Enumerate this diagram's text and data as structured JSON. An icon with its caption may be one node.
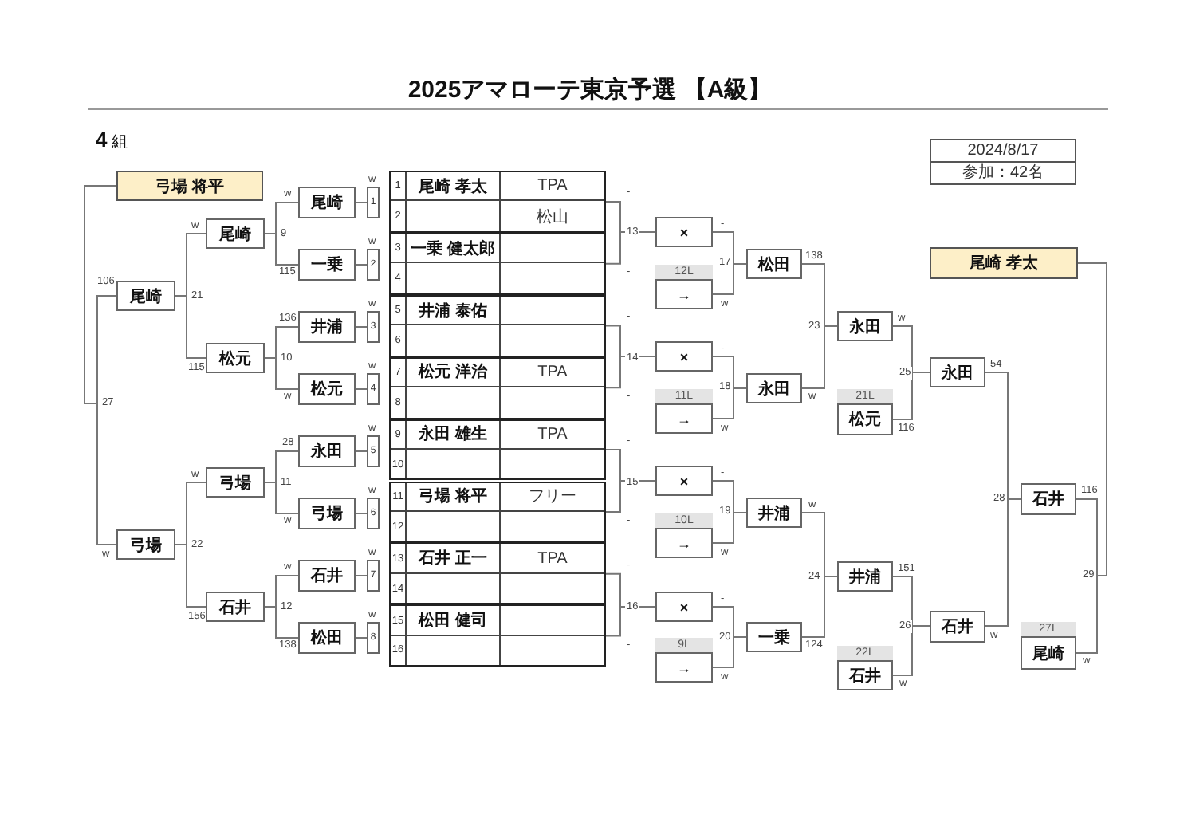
{
  "diagram": {
    "title": "2025アマローテ東京予選 【A級】",
    "nodes": [
      {
        "text": [
          "弓場 将平"
        ]
      },
      {
        "text": [
          "尾崎"
        ],
        "beside": [
          "106"
        ]
      },
      {
        "text": [
          "弓場"
        ],
        "beside": [
          "w"
        ]
      },
      {
        "text": [
          "尾崎"
        ],
        "beside": [
          "w"
        ]
      },
      {
        "text": [
          "松元"
        ],
        "beside": [
          "115"
        ]
      },
      {
        "text": [
          "弓場"
        ],
        "beside": [
          "w"
        ]
      },
      {
        "text": [
          "石井"
        ],
        "beside": [
          "156"
        ]
      },
      {
        "text": [
          "尾崎"
        ],
        "beside": [
          "w"
        ]
      },
      {
        "text": [
          "一乗"
        ],
        "beside": [
          "115"
        ]
      },
      {
        "text": [
          "井浦"
        ],
        "beside": [
          "136"
        ]
      },
      {
        "text": [
          "松元"
        ],
        "beside": [
          "w"
        ]
      },
      {
        "text": [
          "永田"
        ],
        "beside": [
          "28"
        ]
      },
      {
        "text": [
          "弓場"
        ],
        "beside": [
          "w"
        ]
      },
      {
        "text": [
          "石井"
        ],
        "beside": [
          "w"
        ]
      },
      {
        "text": [
          "松田"
        ],
        "beside": [
          "138"
        ]
      },
      {
        "text": [
          "1"
        ],
        "beside": [
          "w"
        ]
      },
      {
        "text": [
          "2"
        ],
        "beside": [
          "w"
        ]
      },
      {
        "text": [
          "3"
        ],
        "beside": [
          "w"
        ]
      },
      {
        "text": [
          "4"
        ],
        "beside": [
          "w"
        ]
      },
      {
        "text": [
          "5"
        ],
        "beside": [
          "w"
        ]
      },
      {
        "text": [
          "6"
        ],
        "beside": [
          "w"
        ]
      },
      {
        "text": [
          "7"
        ],
        "beside": [
          "w"
        ]
      },
      {
        "text": [
          "8"
        ],
        "beside": [
          "w"
        ]
      },
      {
        "text": [
          "1",
          "尾崎 孝太",
          "TPA",
          "松山",
          "2"
        ],
        "beside": [
          "-"
        ]
      },
      {
        "text": [
          "3",
          "一乗 健太郎",
          "4"
        ],
        "beside": [
          "-"
        ]
      },
      {
        "text": [
          "5",
          "井浦 泰佑",
          "6"
        ],
        "beside": [
          "-"
        ]
      },
      {
        "text": [
          "7",
          "松元 洋治",
          "TPA",
          "8"
        ],
        "beside": [
          "-"
        ]
      },
      {
        "text": [
          "9",
          "永田 雄生",
          "TPA",
          "10"
        ],
        "beside": [
          "-"
        ]
      },
      {
        "text": [
          "11",
          "弓場 将平",
          "フリー",
          "12"
        ],
        "beside": [
          "-"
        ]
      },
      {
        "text": [
          "13",
          "石井 正一",
          "TPA",
          "14"
        ],
        "beside": [
          "-"
        ]
      },
      {
        "text": [
          "15",
          "松田 健司",
          "16"
        ],
        "beside": [
          "-"
        ]
      },
      {
        "text": [
          "×"
        ],
        "beside": [
          "-"
        ]
      },
      {
        "text": [
          "×"
        ],
        "beside": [
          "-"
        ]
      },
      {
        "text": [
          "×"
        ],
        "beside": [
          "-"
        ]
      },
      {
        "text": [
          "×"
        ],
        "beside": [
          "-"
        ]
      },
      {
        "text": [
          "12L",
          "→"
        ],
        "beside": [
          "w"
        ]
      },
      {
        "text": [
          "11L",
          "→"
        ],
        "beside": [
          "w"
        ]
      },
      {
        "text": [
          "10L",
          "→"
        ],
        "beside": [
          "w"
        ]
      },
      {
        "text": [
          "9L",
          "→"
        ],
        "beside": [
          "w"
        ]
      },
      {
        "text": [
          "松田"
        ],
        "beside": [
          "138"
        ]
      },
      {
        "text": [
          "永田"
        ],
        "beside": [
          "w"
        ]
      },
      {
        "text": [
          "井浦"
        ],
        "beside": [
          "w"
        ]
      },
      {
        "text": [
          "一乗"
        ],
        "beside": [
          "124"
        ]
      },
      {
        "text": [
          "永田"
        ],
        "beside": [
          "w"
        ]
      },
      {
        "text": [
          "21L",
          "松元"
        ],
        "beside": [
          "116"
        ]
      },
      {
        "text": [
          "井浦"
        ],
        "beside": [
          "151"
        ]
      },
      {
        "text": [
          "22L",
          "石井"
        ],
        "beside": [
          "w"
        ]
      },
      {
        "text": [
          "永田"
        ],
        "beside": [
          "54"
        ]
      },
      {
        "text": [
          "石井"
        ],
        "beside": [
          "w"
        ]
      },
      {
        "text": [
          "石井"
        ],
        "beside": [
          "116"
        ]
      },
      {
        "text": [
          "27L",
          "尾崎"
        ],
        "beside": [
          "w"
        ]
      },
      {
        "text": [
          "尾崎 孝太"
        ]
      }
    ],
    "edges": [
      {
        "from": 7,
        "to": 3,
        "arrow": "none"
      },
      {
        "from": 8,
        "to": 3,
        "arrow": "none"
      },
      {
        "from": 9,
        "to": 4,
        "arrow": "none"
      },
      {
        "from": 10,
        "to": 4,
        "arrow": "none"
      },
      {
        "from": 11,
        "to": 5,
        "arrow": "none"
      },
      {
        "from": 12,
        "to": 5,
        "arrow": "none"
      },
      {
        "from": 13,
        "to": 6,
        "arrow": "none"
      },
      {
        "from": 14,
        "to": 6,
        "arrow": "none"
      },
      {
        "from": 3,
        "to": 1,
        "arrow": "none"
      },
      {
        "from": 4,
        "to": 1,
        "arrow": "none"
      },
      {
        "from": 5,
        "to": 2,
        "arrow": "none"
      },
      {
        "from": 6,
        "to": 2,
        "arrow": "none"
      },
      {
        "from": 1,
        "to": 0,
        "arrow": "none"
      },
      {
        "from": 2,
        "to": 0,
        "arrow": "none"
      },
      {
        "from": 15,
        "to": 7,
        "arrow": "none"
      },
      {
        "from": 16,
        "to": 8,
        "arrow": "none"
      },
      {
        "from": 17,
        "to": 9,
        "arrow": "none"
      },
      {
        "from": 18,
        "to": 10,
        "arrow": "none"
      },
      {
        "from": 19,
        "to": 11,
        "arrow": "none"
      },
      {
        "from": 20,
        "to": 12,
        "arrow": "none"
      },
      {
        "from": 21,
        "to": 13,
        "arrow": "none"
      },
      {
        "from": 22,
        "to": 14,
        "arrow": "none"
      },
      {
        "from": 23,
        "to": 31,
        "arrow": "none"
      },
      {
        "from": 24,
        "to": 31,
        "arrow": "none"
      },
      {
        "from": 25,
        "to": 32,
        "arrow": "none"
      },
      {
        "from": 26,
        "to": 32,
        "arrow": "none"
      },
      {
        "from": 27,
        "to": 33,
        "arrow": "none"
      },
      {
        "from": 28,
        "to": 33,
        "arrow": "none"
      },
      {
        "from": 29,
        "to": 34,
        "arrow": "none"
      },
      {
        "from": 30,
        "to": 34,
        "arrow": "none"
      },
      {
        "from": 31,
        "to": 39,
        "arrow": "none"
      },
      {
        "from": 35,
        "to": 39,
        "arrow": "none"
      },
      {
        "from": 32,
        "to": 40,
        "arrow": "none"
      },
      {
        "from": 36,
        "to": 40,
        "arrow": "none"
      },
      {
        "from": 33,
        "to": 41,
        "arrow": "none"
      },
      {
        "from": 37,
        "to": 41,
        "arrow": "none"
      },
      {
        "from": 34,
        "to": 42,
        "arrow": "none"
      },
      {
        "from": 38,
        "to": 42,
        "arrow": "none"
      },
      {
        "from": 39,
        "to": 43,
        "arrow": "none"
      },
      {
        "from": 40,
        "to": 43,
        "arrow": "none"
      },
      {
        "from": 41,
        "to": 45,
        "arrow": "none"
      },
      {
        "from": 42,
        "to": 45,
        "arrow": "none"
      },
      {
        "from": 43,
        "to": 47,
        "arrow": "none"
      },
      {
        "from": 44,
        "to": 47,
        "arrow": "none"
      },
      {
        "from": 45,
        "to": 48,
        "arrow": "none"
      },
      {
        "from": 46,
        "to": 48,
        "arrow": "none"
      },
      {
        "from": 47,
        "to": 49,
        "arrow": "none"
      },
      {
        "from": 48,
        "to": 49,
        "arrow": "none"
      },
      {
        "from": 49,
        "to": 51,
        "arrow": "none"
      },
      {
        "from": 50,
        "to": 51,
        "arrow": "none"
      }
    ],
    "labels": [
      "**4** 組",
      "2024/8/17",
      "参加：42名",
      "9",
      "10",
      "11",
      "12",
      "21",
      "22",
      "27",
      "13",
      "14",
      "15",
      "16",
      "17",
      "18",
      "19",
      "20",
      "23",
      "24",
      "25",
      "26",
      "28",
      "29"
    ]
  }
}
